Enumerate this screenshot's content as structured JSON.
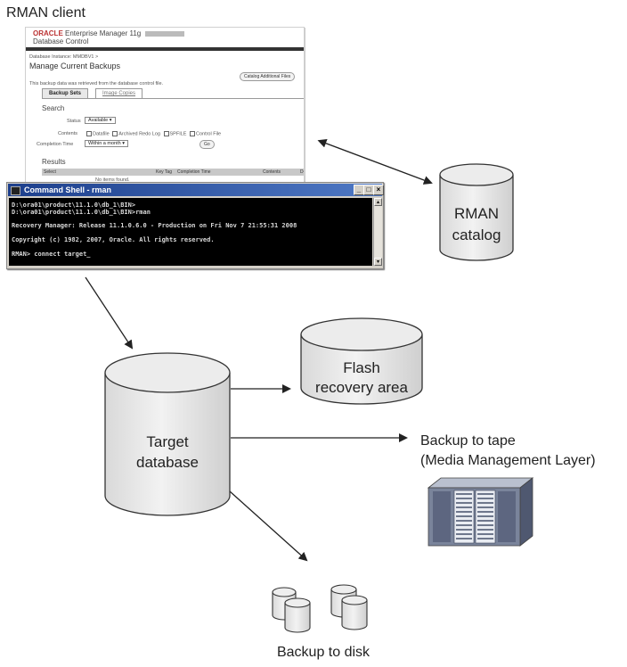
{
  "diagram_title": "RMAN client",
  "em_window": {
    "brand": "ORACLE",
    "product": "Enterprise Manager 11g",
    "subtitle": "Database Control",
    "breadcrumb": "Database Instance: MMDBV1 >",
    "page_title": "Manage Current Backups",
    "catalog_button": "Catalog Additional Files",
    "notice": "This backup data was retrieved from the database control file.",
    "tabs": [
      "Backup Sets",
      "Image Copies"
    ],
    "search_heading": "Search",
    "status_label": "Status",
    "status_value": "Available",
    "contents_label": "Contents",
    "contents_options": [
      "Datafile",
      "Archived Redo Log",
      "SPFILE",
      "Control File"
    ],
    "completion_label": "Completion Time",
    "completion_value": "Within a month",
    "go_button": "Go",
    "results_heading": "Results",
    "table_headers": [
      "Select",
      "Key Tag",
      "Completion Time",
      "Contents",
      "De"
    ],
    "empty_message": "No items found."
  },
  "command_shell": {
    "title": "Command Shell - rman",
    "lines": [
      "D:\\ora01\\product\\11.1.0\\db_1\\BIN>",
      "D:\\ora01\\product\\11.1.0\\db_1\\BIN>rman",
      "Recovery Manager: Release 11.1.0.6.0 - Production on Fri Nov 7 21:55:31 2008",
      "Copyright (c) 1982, 2007, Oracle.  All rights reserved.",
      "RMAN> connect target_"
    ],
    "minimize": "_",
    "maximize": "□",
    "close": "×"
  },
  "nodes": {
    "rman_catalog": [
      "RMAN",
      "catalog"
    ],
    "flash_recovery": [
      "Flash",
      "recovery area"
    ],
    "target_db": [
      "Target",
      "database"
    ],
    "backup_tape": [
      "Backup to tape",
      "(Media Management Layer)"
    ],
    "backup_disk": "Backup to disk"
  },
  "colors": {
    "cylinder_fill": "#e4e4e4",
    "cylinder_stroke": "#333333",
    "arrow": "#222222",
    "tape_device": "#6d7890"
  }
}
